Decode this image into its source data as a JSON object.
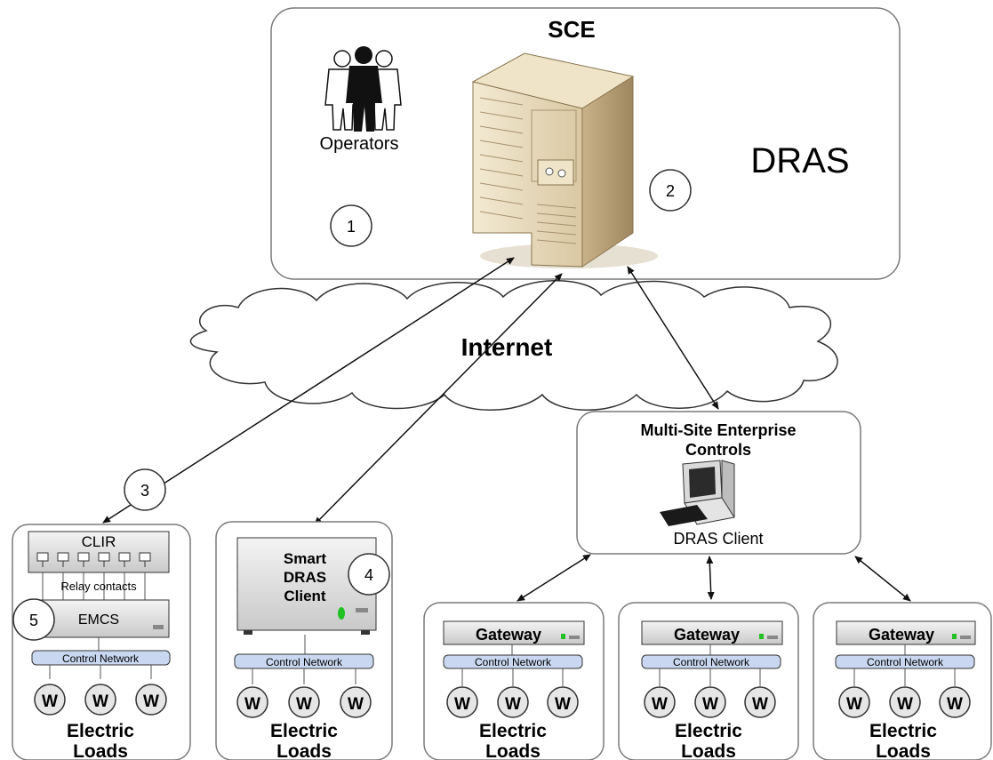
{
  "sce": {
    "title": "SCE",
    "operators_label": "Operators",
    "dras_label": "DRAS",
    "callout_1": "1",
    "callout_2": "2"
  },
  "internet": {
    "label": "Internet"
  },
  "enterprise": {
    "title_line1": "Multi-Site Enterprise",
    "title_line2": "Controls",
    "client_label": "DRAS Client"
  },
  "callouts": {
    "c3": "3",
    "c4": "4",
    "c5": "5"
  },
  "site_clir": {
    "clir_label": "CLIR",
    "relay_label": "Relay contacts",
    "emcs_label": "EMCS",
    "network_label": "Control Network",
    "loads_line1": "Electric",
    "loads_line2": "Loads"
  },
  "site_smart": {
    "device_line1": "Smart",
    "device_line2": "DRAS",
    "device_line3": "Client",
    "network_label": "Control Network",
    "loads_line1": "Electric",
    "loads_line2": "Loads"
  },
  "gateway_sites": [
    {
      "gateway_label": "Gateway",
      "network_label": "Control Network",
      "loads_line1": "Electric",
      "loads_line2": "Loads"
    },
    {
      "gateway_label": "Gateway",
      "network_label": "Control Network",
      "loads_line1": "Electric",
      "loads_line2": "Loads"
    },
    {
      "gateway_label": "Gateway",
      "network_label": "Control Network",
      "loads_line1": "Electric",
      "loads_line2": "Loads"
    }
  ],
  "load_symbol": "W",
  "colors": {
    "network_bar": "#c9d8f0",
    "panel_border": "#7a7a7a",
    "server_face": "#e8dcc0",
    "server_side": "#b9a27a",
    "led_green": "#22c022"
  }
}
